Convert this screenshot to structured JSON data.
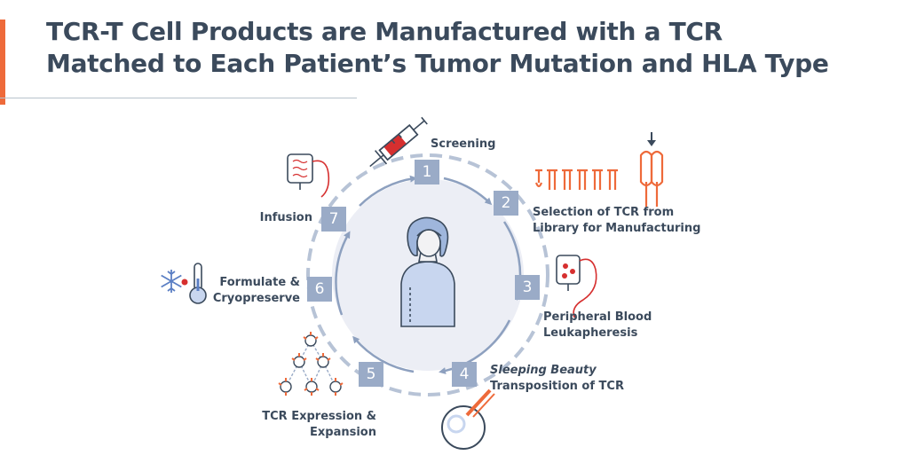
{
  "title": {
    "line1": "TCR-T Cell Products are Manufactured with a TCR",
    "line2": "Matched to Each Patient’s Tumor Mutation and HLA Type"
  },
  "colors": {
    "accent": "#ee6a3a",
    "heading": "#3b4a5c",
    "badge": "#9aabc7",
    "ring": "#8da0bf",
    "circle_fill": "#eceef5",
    "blood": "#d62f2f"
  },
  "steps": [
    {
      "number": "1",
      "label": [
        "Screening"
      ],
      "icon": "syringe-icon"
    },
    {
      "number": "2",
      "label": [
        "Selection of TCR from",
        "Library for Manufacturing"
      ],
      "icon": "tcr-library-icon"
    },
    {
      "number": "3",
      "label": [
        "Peripheral Blood",
        "Leukapheresis"
      ],
      "icon": "blood-bag-icon"
    },
    {
      "number": "4",
      "label": [
        "Sleeping Beauty",
        "Transposition of TCR"
      ],
      "icon": "cell-transposition-icon"
    },
    {
      "number": "5",
      "label": [
        "TCR Expression &",
        "Expansion"
      ],
      "icon": "cell-expansion-icon"
    },
    {
      "number": "6",
      "label": [
        "Formulate &",
        "Cryopreserve"
      ],
      "icon": "cryo-thermometer-icon"
    },
    {
      "number": "7",
      "label": [
        "Infusion"
      ],
      "icon": "infusion-bag-icon"
    }
  ],
  "center": {
    "icon": "patient-icon"
  }
}
